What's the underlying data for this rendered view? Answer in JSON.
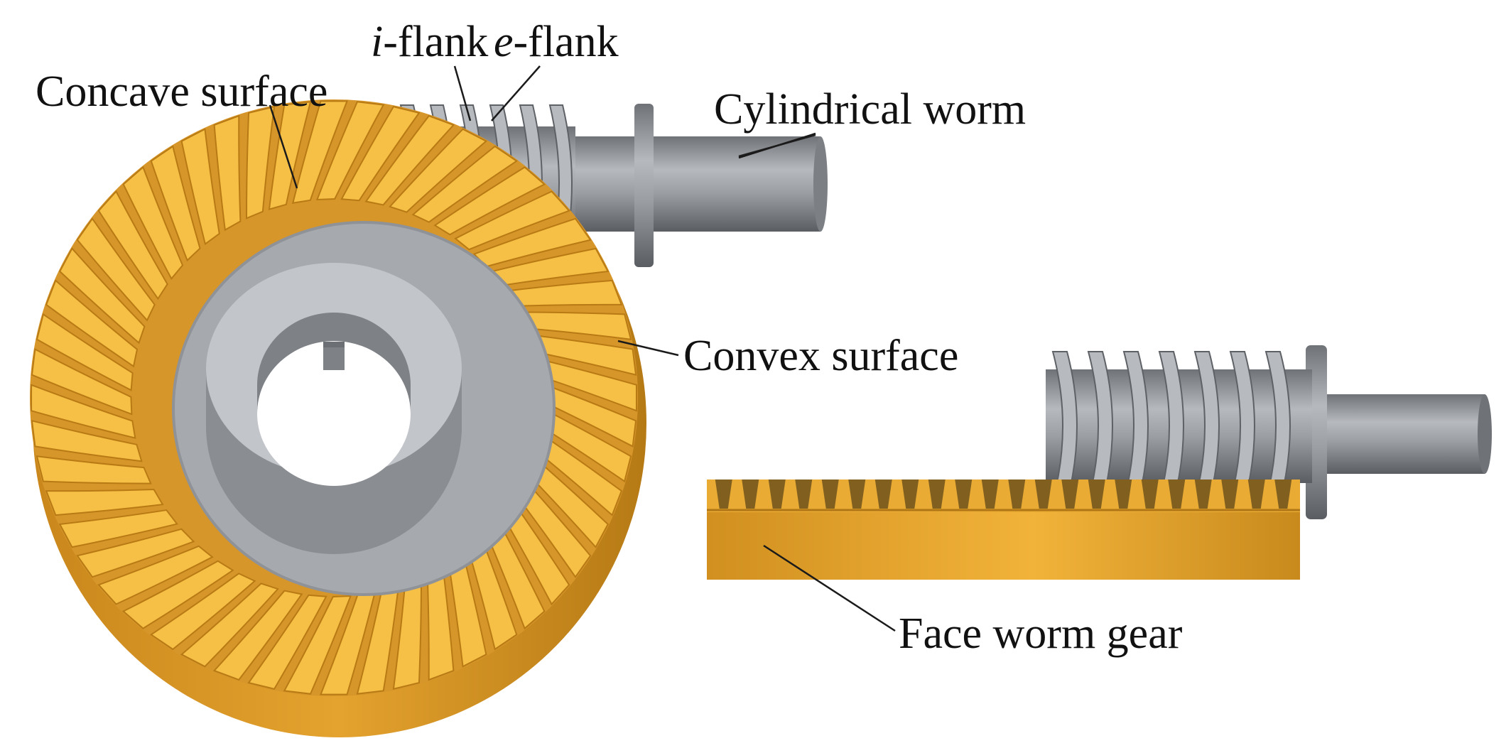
{
  "labels": {
    "concave_surface": "Concave surface",
    "i_flank_prefix": "i",
    "i_flank_suffix": "-flank",
    "e_flank_prefix": "e",
    "e_flank_suffix": "-flank",
    "cylindrical_worm": "Cylindrical worm",
    "convex_surface": "Convex surface",
    "face_worm_gear": "Face worm gear"
  },
  "colors": {
    "gear_orange": "#E8A62B",
    "gear_orange_light": "#F6BF45",
    "gear_orange_dark": "#B87A14",
    "steel_gray": "#8E9196",
    "steel_light": "#B7BABF",
    "steel_dark": "#5E6166",
    "hub_gray": "#A3A6AB"
  }
}
